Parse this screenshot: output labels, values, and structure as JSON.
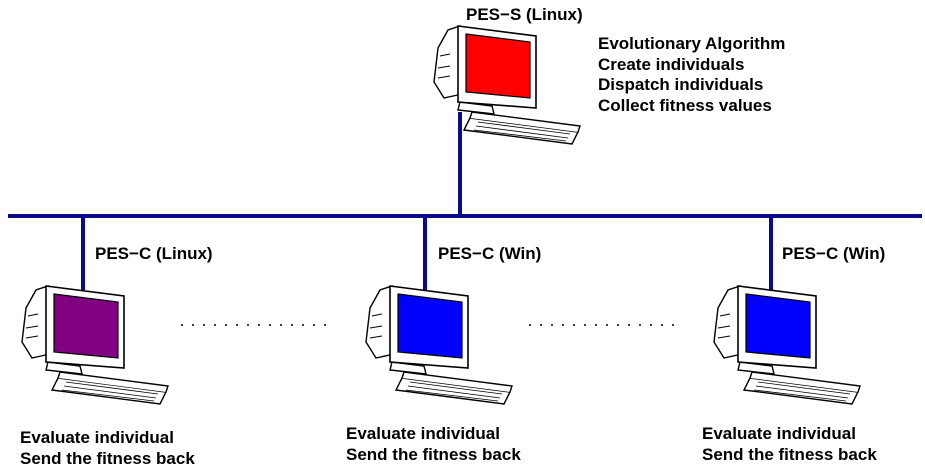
{
  "server": {
    "title": "PES−S (Linux)",
    "screen_color": "#ff0000",
    "tasks": [
      "Evolutionary Algorithm",
      "Create individuals",
      "Dispatch individuals",
      "Collect fitness values"
    ]
  },
  "clients": [
    {
      "title": "PES−C (Linux)",
      "screen_color": "#800080",
      "tasks": [
        "Evaluate individual",
        "Send the fitness back"
      ]
    },
    {
      "title": "PES−C (Win)",
      "screen_color": "#0000ff",
      "tasks": [
        "Evaluate individual",
        "Send the fitness back"
      ]
    },
    {
      "title": "PES−C (Win)",
      "screen_color": "#0000ff",
      "tasks": [
        "Evaluate individual",
        "Send the fitness back"
      ]
    }
  ],
  "network_color": "#0a0a8a"
}
